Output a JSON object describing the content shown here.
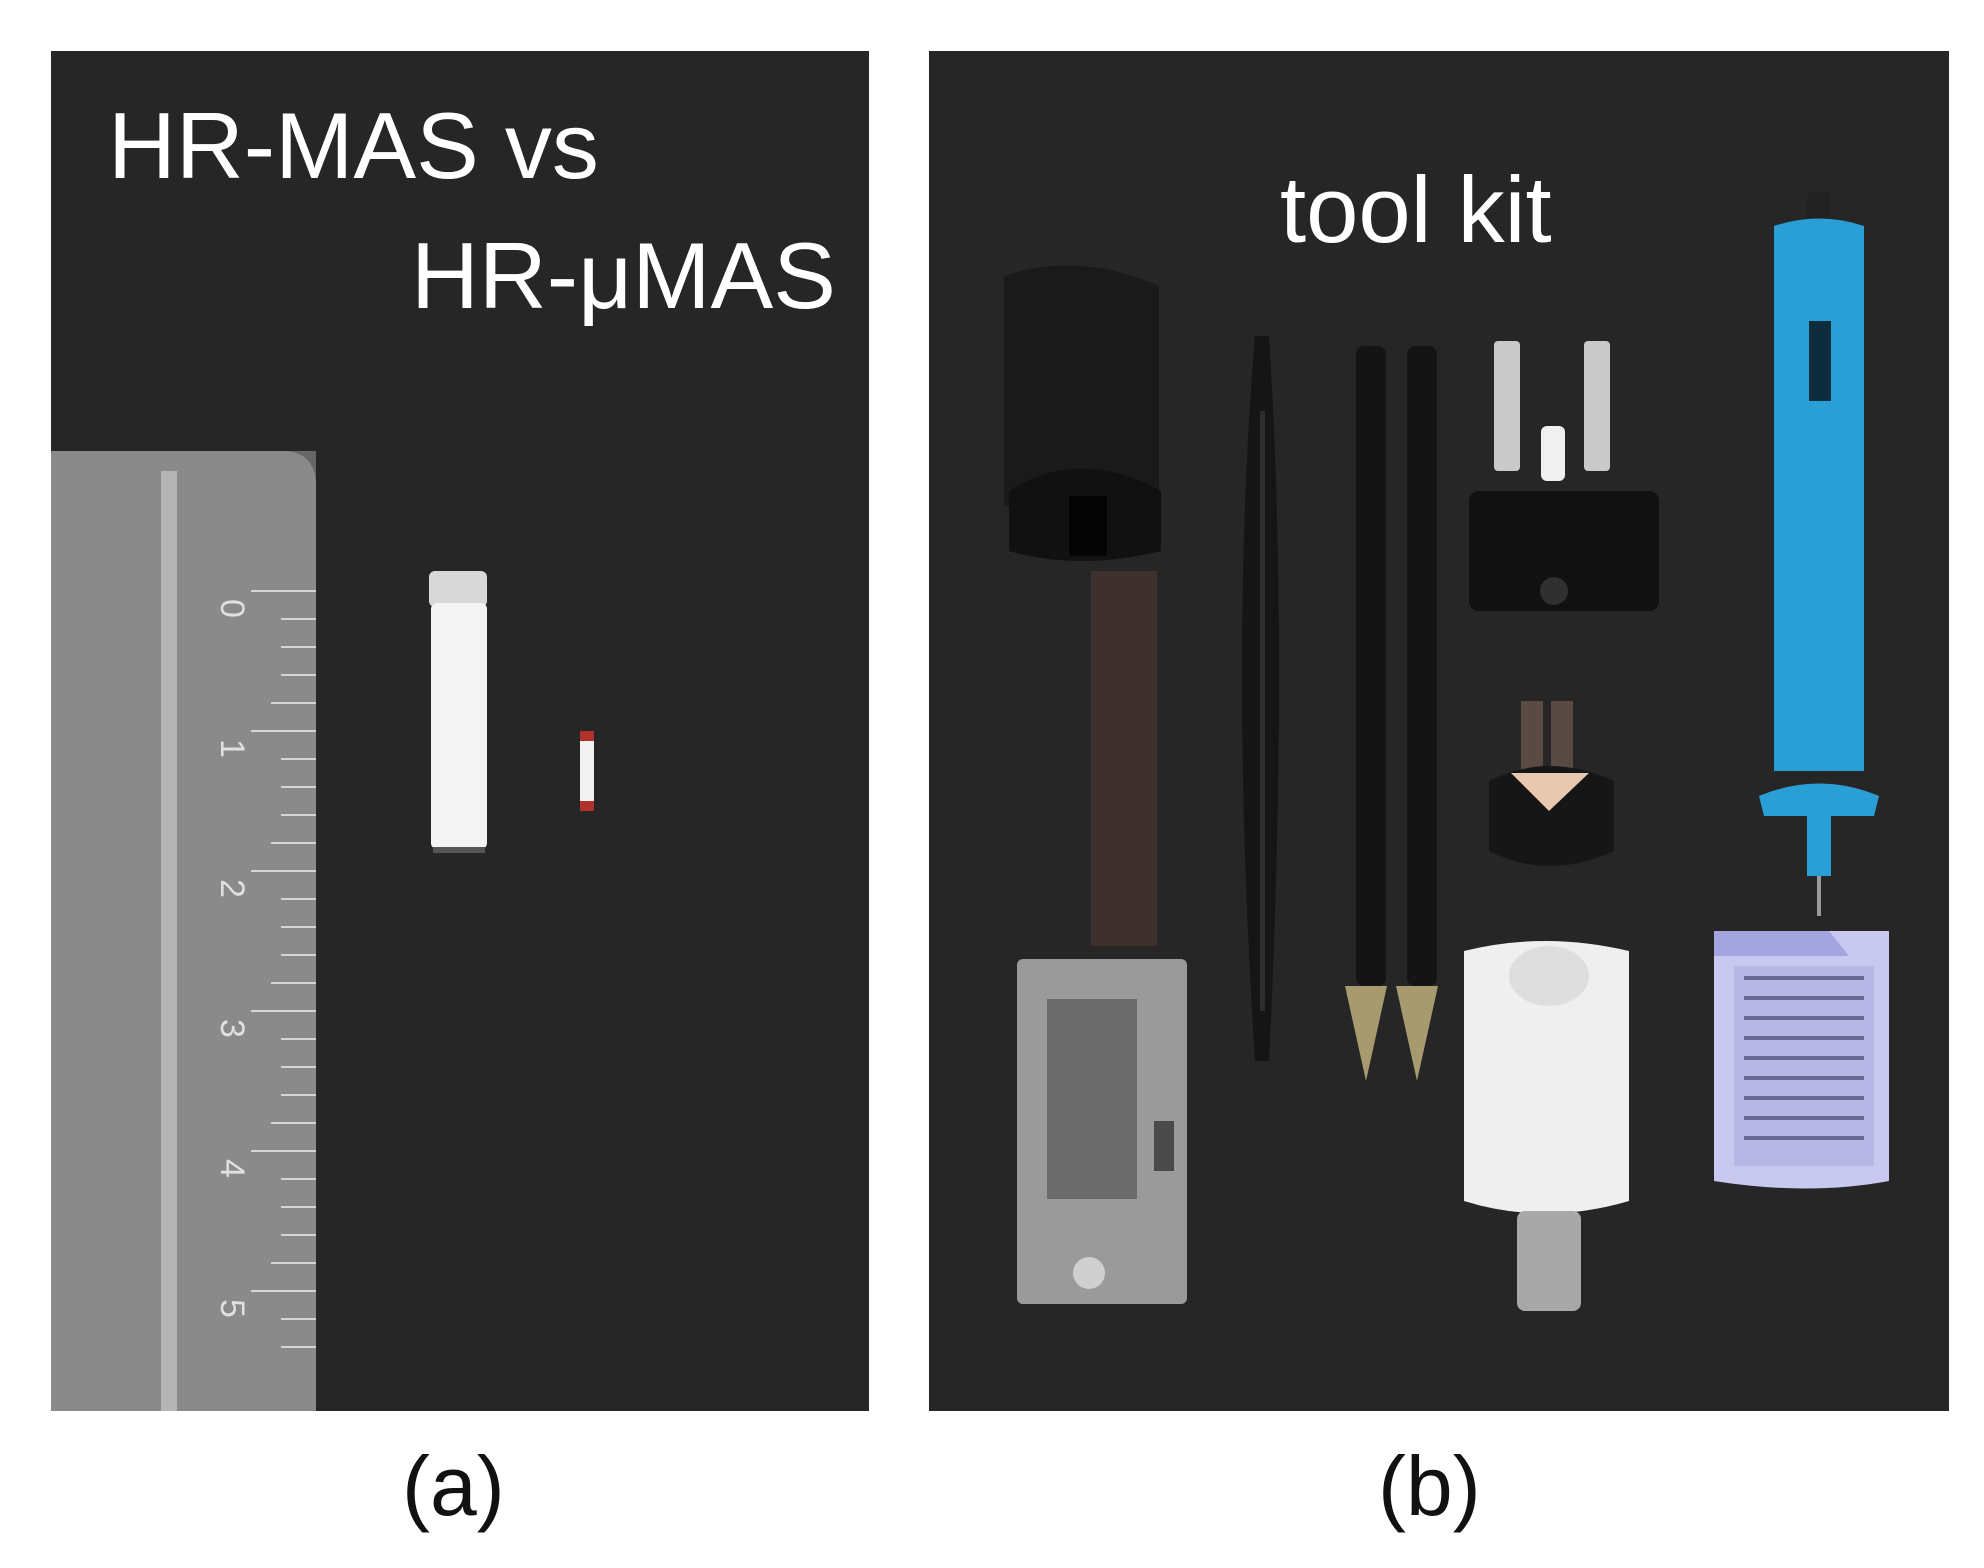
{
  "panel_a": {
    "title_line1": "HR-MAS vs",
    "title_line2": "HR-μMAS",
    "caption": "(a)",
    "ruler_numbers": [
      "0",
      "1",
      "2",
      "3",
      "4",
      "5"
    ]
  },
  "panel_b": {
    "title": "tool kit",
    "caption": "(b)"
  },
  "colors": {
    "panel_background": "#262626",
    "rotor_white": "#f4f4f4",
    "rotor_cap_red": "#b1322a",
    "pen_blue": "#2a9fd6",
    "box_lavender": "#c8c8f0"
  }
}
